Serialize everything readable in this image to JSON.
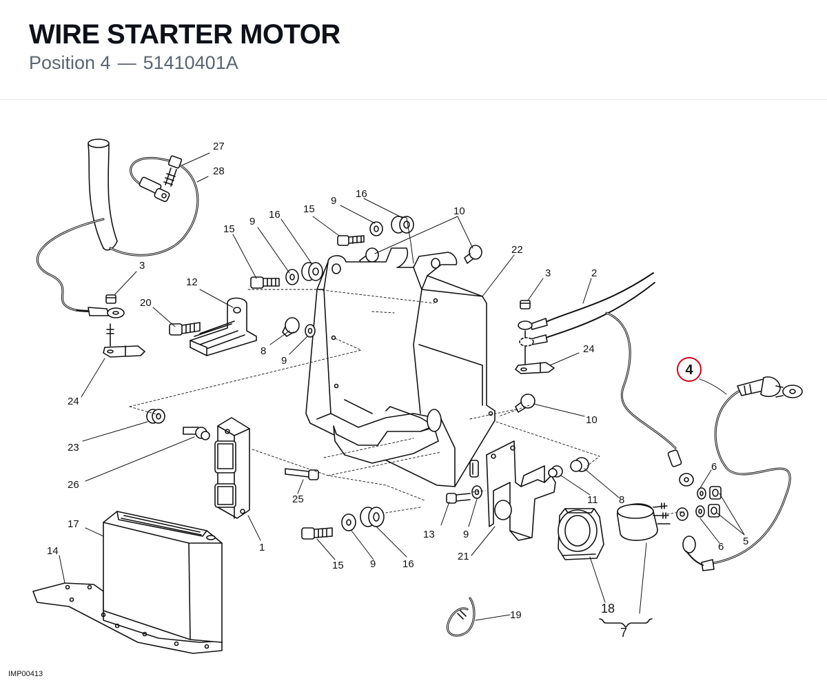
{
  "header": {
    "title": "WIRE STARTER MOTOR",
    "position_label": "Position 4",
    "separator": "—",
    "part_number": "51410401A"
  },
  "callout": {
    "number": "4",
    "color": "#d0021b"
  },
  "drawing_code": "IMP00413",
  "labels": {
    "l27": "27",
    "l28": "28",
    "l3a": "3",
    "l20": "20",
    "l24a": "24",
    "l12": "12",
    "l15a": "15",
    "l9a": "9",
    "l16a": "16",
    "l15b": "15",
    "l9b": "9",
    "l16b": "16",
    "l10a": "10",
    "l22": "22",
    "l8a": "8",
    "l9c": "9",
    "l3b": "3",
    "l2": "2",
    "l24b": "24",
    "l10b": "10",
    "l23": "23",
    "l26": "26",
    "l25": "25",
    "l1": "1",
    "l13": "13",
    "l9d": "9",
    "l11": "11",
    "l8b": "8",
    "l21": "21",
    "l6a": "6",
    "l6b": "6",
    "l5": "5",
    "l15c": "15",
    "l9e": "9",
    "l16c": "16",
    "l17": "17",
    "l14": "14",
    "l19": "19",
    "l18": "18",
    "l7": "7"
  }
}
